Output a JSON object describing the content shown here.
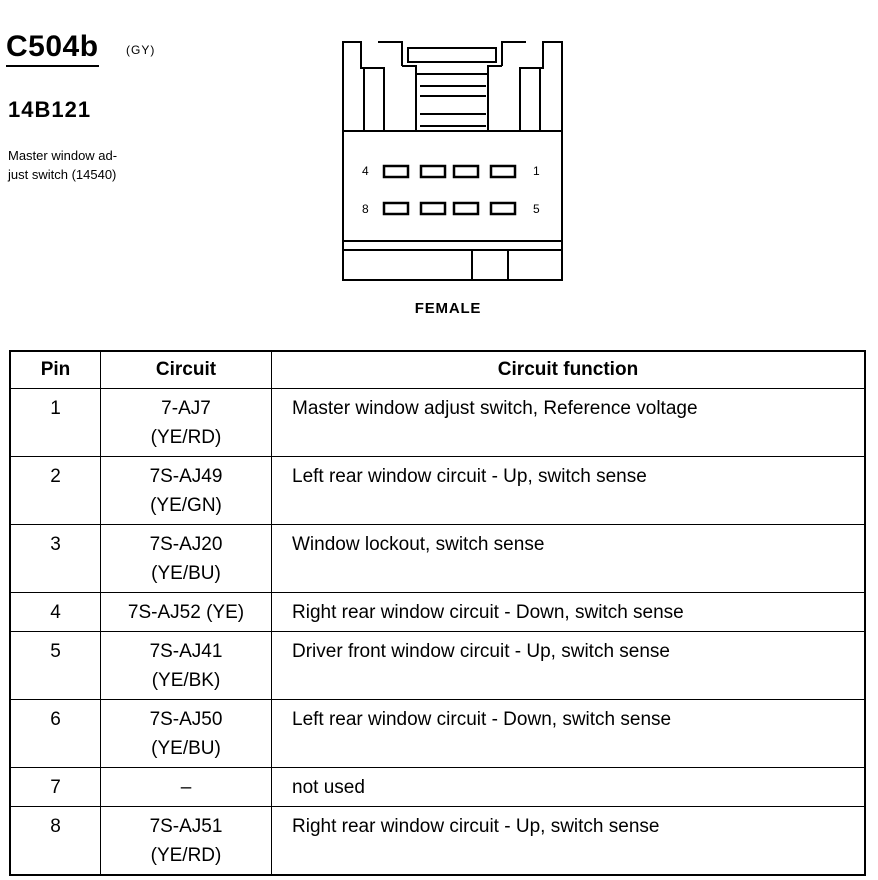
{
  "header": {
    "connector_id": "C504b",
    "color_code": "(GY)",
    "part_number": "14B121",
    "description_lines": [
      "Master window ad-",
      "just switch (14540)"
    ]
  },
  "connector_diagram": {
    "label": "FEMALE",
    "pin_labels": {
      "top_left": "4",
      "top_right": "1",
      "bottom_left": "8",
      "bottom_right": "5"
    }
  },
  "table": {
    "headers": {
      "pin": "Pin",
      "circuit": "Circuit",
      "function": "Circuit function"
    },
    "rows": [
      {
        "pin": "1",
        "circuit_line1": "7-AJ7",
        "circuit_line2": "(YE/RD)",
        "function": "Master window adjust switch, Reference voltage"
      },
      {
        "pin": "2",
        "circuit_line1": "7S-AJ49",
        "circuit_line2": "(YE/GN)",
        "function": "Left rear window circuit - Up, switch sense"
      },
      {
        "pin": "3",
        "circuit_line1": "7S-AJ20",
        "circuit_line2": "(YE/BU)",
        "function": "Window lockout, switch sense"
      },
      {
        "pin": "4",
        "circuit_line1": "7S-AJ52 (YE)",
        "circuit_line2": "",
        "function": "Right rear window circuit - Down, switch sense"
      },
      {
        "pin": "5",
        "circuit_line1": "7S-AJ41",
        "circuit_line2": "(YE/BK)",
        "function": "Driver front window circuit - Up, switch sense"
      },
      {
        "pin": "6",
        "circuit_line1": "7S-AJ50",
        "circuit_line2": "(YE/BU)",
        "function": "Left rear window circuit - Down, switch sense"
      },
      {
        "pin": "7",
        "circuit_line1": "–",
        "circuit_line2": "",
        "function": "not used"
      },
      {
        "pin": "8",
        "circuit_line1": "7S-AJ51",
        "circuit_line2": "(YE/RD)",
        "function": "Right rear window circuit - Up, switch sense"
      }
    ]
  }
}
